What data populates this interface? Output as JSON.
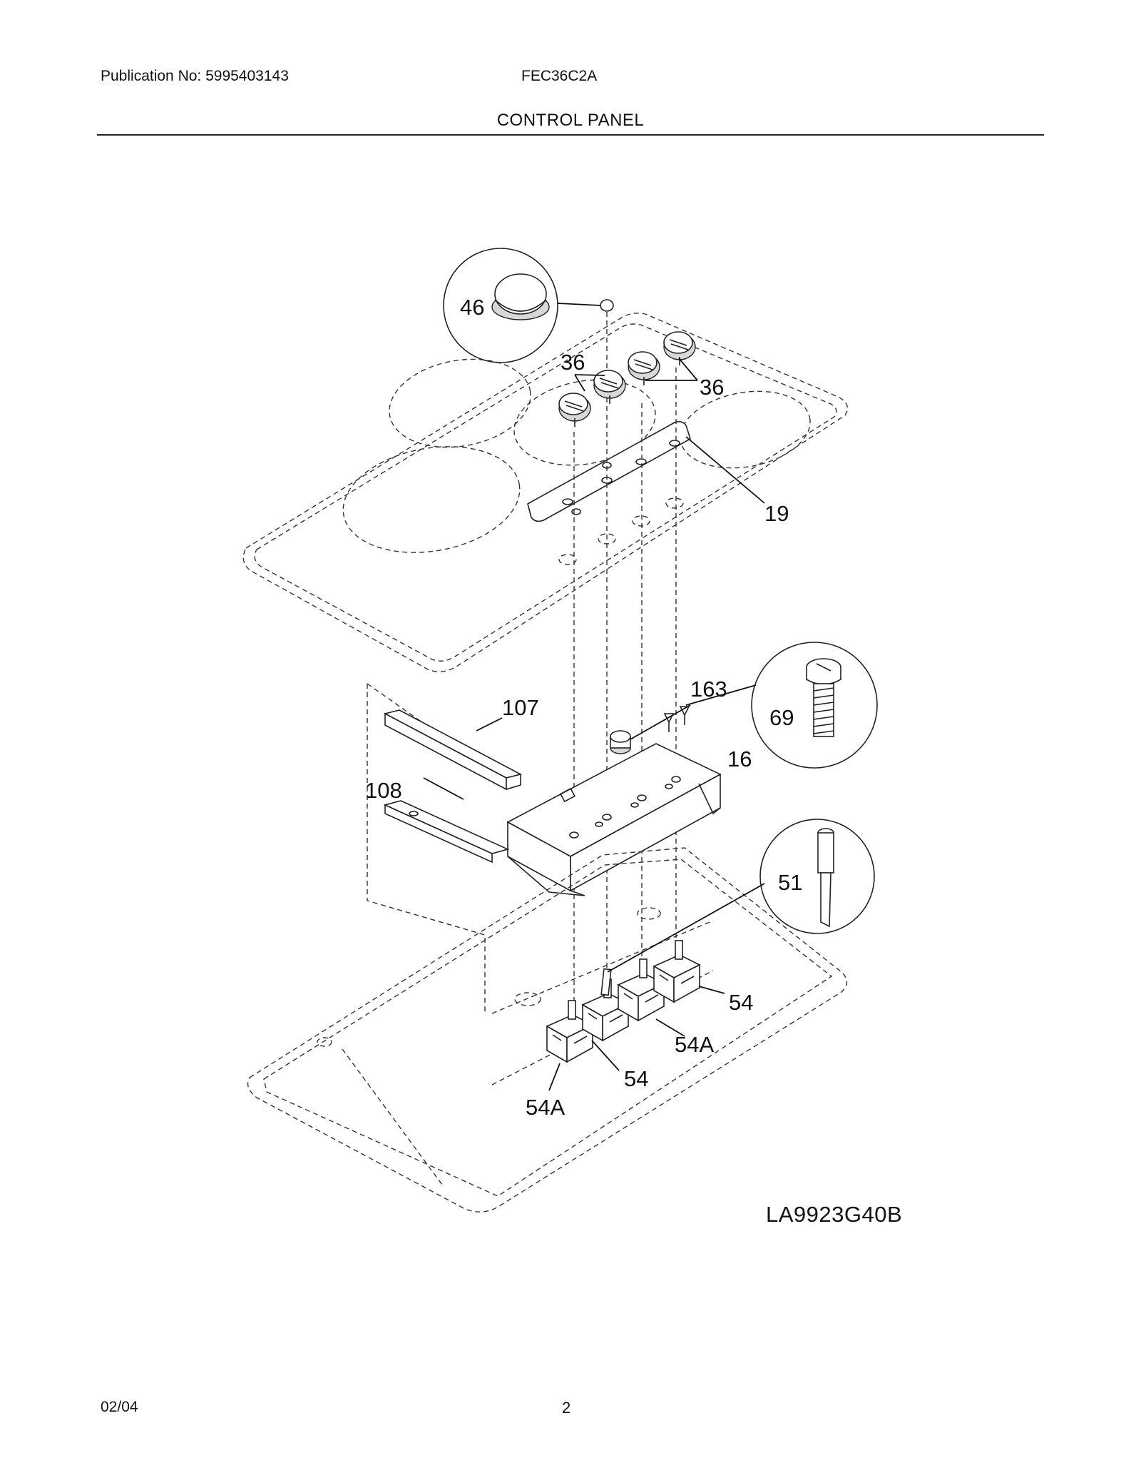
{
  "header": {
    "publication": "Publication No: 5995403143",
    "model": "FEC36C2A",
    "section_title": "CONTROL PANEL"
  },
  "diagram": {
    "code": "LA9923G40B",
    "callouts": {
      "c46": "46",
      "c36a": "36",
      "c36b": "36",
      "c19": "19",
      "c163": "163",
      "c107": "107",
      "c69": "69",
      "c16": "16",
      "c108": "108",
      "c51": "51",
      "c54a": "54",
      "c54b": "54",
      "c54Aa": "54A",
      "c54Ab": "54A"
    }
  },
  "footer": {
    "date": "02/04",
    "page": "2"
  }
}
